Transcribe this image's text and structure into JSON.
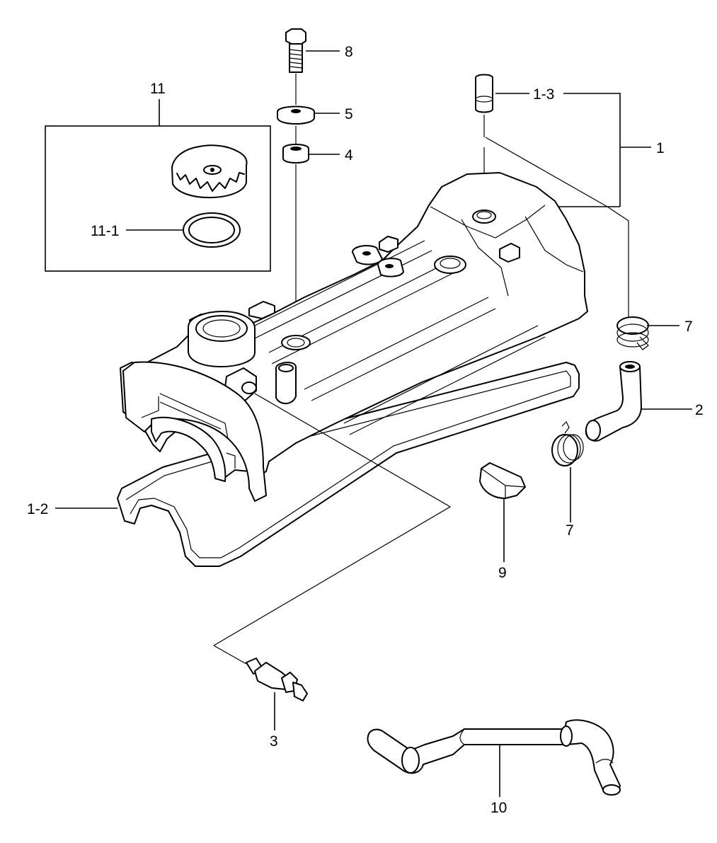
{
  "labels": {
    "p1": "1",
    "p1_2": "1-2",
    "p1_3": "1-3",
    "p2": "2",
    "p3": "3",
    "p4": "4",
    "p5": "5",
    "p7a": "7",
    "p7b": "7",
    "p8": "8",
    "p9": "9",
    "p10": "10",
    "p11": "11",
    "p11_1": "11-1"
  }
}
